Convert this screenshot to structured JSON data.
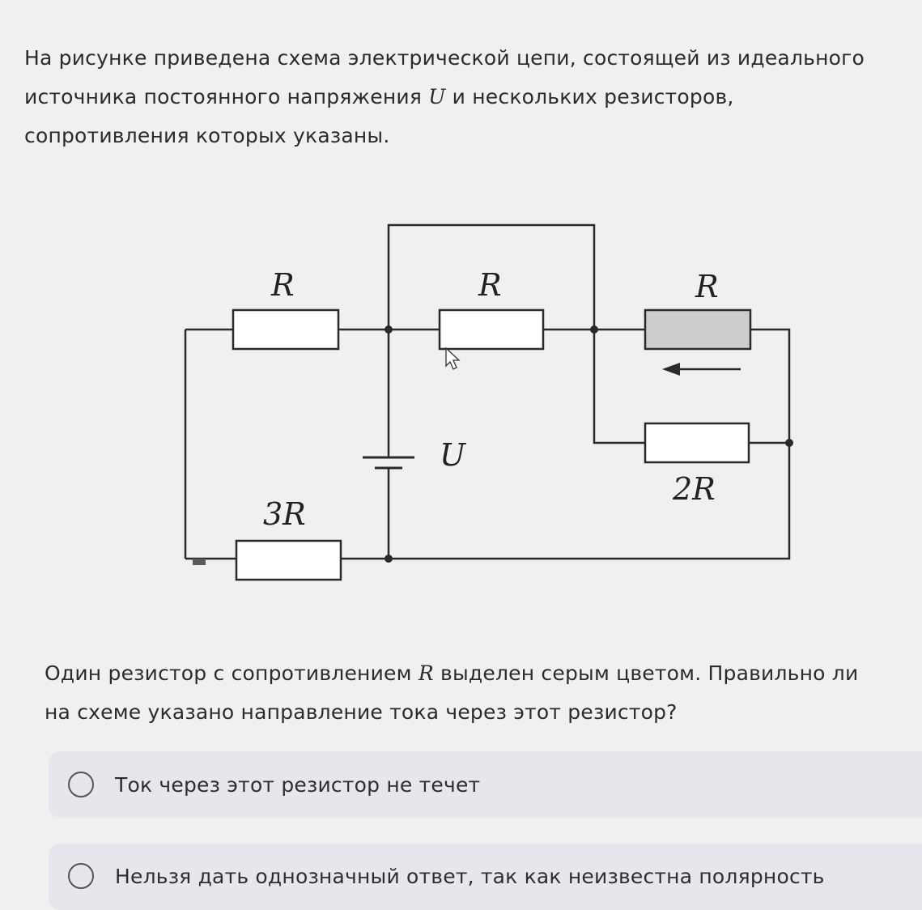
{
  "intro": {
    "line1": "На рисунке приведена схема электрической цепи, состоящей из идеального",
    "line2_before": "источника постоянного напряжения ",
    "line2_var": "U",
    "line2_after": " и нескольких резисторов,",
    "line3": "сопротивления которых указаны."
  },
  "circuit": {
    "resistor_top_left": "R",
    "resistor_top_middle": "R",
    "resistor_top_right": "R",
    "resistor_right_lower": "2R",
    "resistor_bottom_left": "3R",
    "source": "U",
    "highlight_color": "#cfcccc",
    "arrow_direction": "left"
  },
  "question": {
    "line1_before": "Один резистор с сопротивлением ",
    "line1_var": "R",
    "line1_after": " выделен серым цветом. Правильно ли",
    "line2": "на схеме указано направление тока через этот резистор?"
  },
  "options": [
    {
      "label": "Ток через этот резистор не течет"
    },
    {
      "label": "Нельзя дать однозначный ответ, так как неизвестна полярность"
    }
  ]
}
